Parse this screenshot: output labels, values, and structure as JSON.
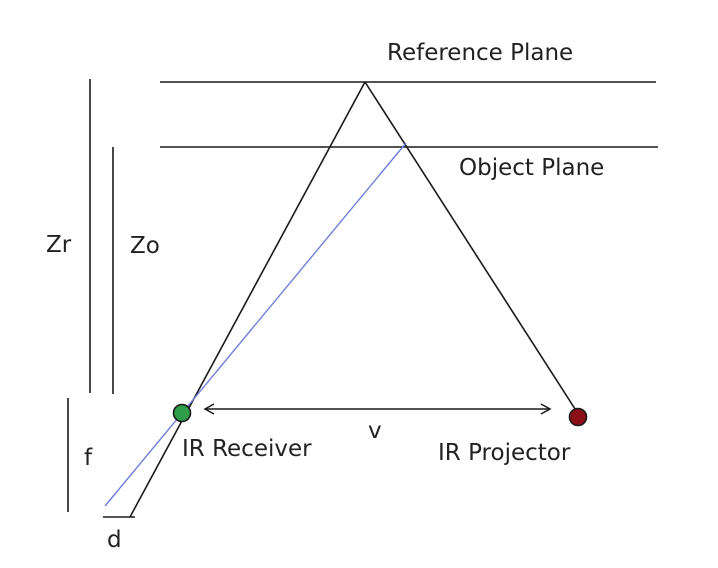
{
  "labels": {
    "reference_plane": "Reference Plane",
    "object_plane": "Object Plane",
    "zr": "Zr",
    "zo": "Zo",
    "f": "f",
    "v": "v",
    "d": "d",
    "ir_receiver": "IR Receiver",
    "ir_projector": "IR Projector"
  },
  "colors": {
    "line": "#1a1a1a",
    "ray_blue": "#6f7fd8",
    "receiver_fill": "#2f9e4a",
    "projector_fill": "#8a0f16"
  }
}
